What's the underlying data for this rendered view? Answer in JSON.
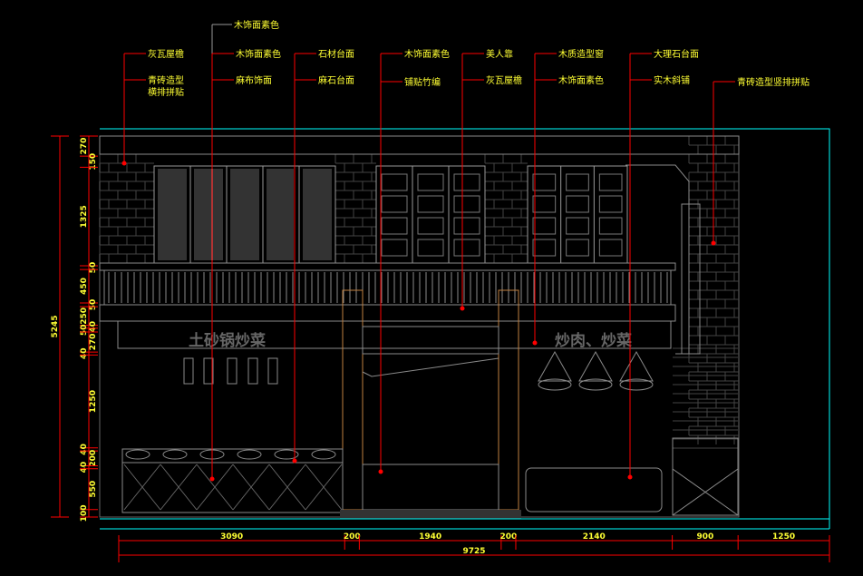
{
  "title_top": "木饰面素色",
  "callouts": [
    {
      "id": "c1",
      "lines": [
        "灰瓦屋檐",
        "青砖造型",
        "横排拼贴"
      ]
    },
    {
      "id": "c2",
      "lines": [
        "木饰面素色",
        "麻布饰面"
      ]
    },
    {
      "id": "c3",
      "lines": [
        "石材台面",
        "麻石台面"
      ]
    },
    {
      "id": "c4",
      "lines": [
        "木饰面素色",
        "铺贴竹编"
      ]
    },
    {
      "id": "c5",
      "lines": [
        "美人靠",
        "灰瓦屋檐"
      ]
    },
    {
      "id": "c6",
      "lines": [
        "木质造型窗",
        "木饰面素色"
      ]
    },
    {
      "id": "c7",
      "lines": [
        "大理石台面",
        "实木斜铺"
      ]
    },
    {
      "id": "c8",
      "lines": [
        "青砖造型竖排拼贴"
      ]
    }
  ],
  "signs": {
    "left": "土砂锅炒菜",
    "right": "炒肉、炒菜"
  },
  "vertical_dims": {
    "total": "5245",
    "segments": [
      "270",
      "150",
      "1325",
      "50",
      "450",
      "50",
      "250",
      "40",
      "50",
      "270",
      "40",
      "1250",
      "40",
      "200",
      "40",
      "550",
      "100"
    ]
  },
  "horizontal_dims": {
    "total": "9725",
    "segments": [
      "3090",
      "200",
      "1940",
      "200",
      "2140",
      "900",
      "1250"
    ]
  },
  "colors": {
    "leader": "#ff0000",
    "text": "#ffff33",
    "outline": "#00ffff",
    "linework": "#9a9a9a"
  }
}
